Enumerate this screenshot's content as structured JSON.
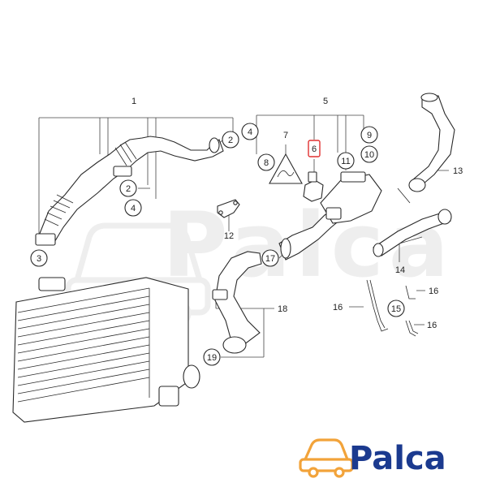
{
  "diagram": {
    "callouts": {
      "c1": "1",
      "c2a": "2",
      "c2b": "2",
      "c3": "3",
      "c4a": "4",
      "c4b": "4",
      "c5": "5",
      "c6": "6",
      "c7": "7",
      "c8": "8",
      "c9": "9",
      "c10": "10",
      "c11": "11",
      "c12": "12",
      "c13": "13",
      "c14": "14",
      "c15": "15",
      "c16a": "16",
      "c16b": "16",
      "c16c": "16",
      "c17": "17",
      "c18": "18",
      "c19": "19"
    },
    "highlight_color": "#e03030",
    "line_color": "#2a2a2a"
  },
  "watermark": {
    "text": "Palca",
    "color": "#eeeeee"
  },
  "brand": {
    "logo_text": "Palca",
    "primary_color": "#1b3a8f",
    "accent_color": "#f2a33a"
  }
}
